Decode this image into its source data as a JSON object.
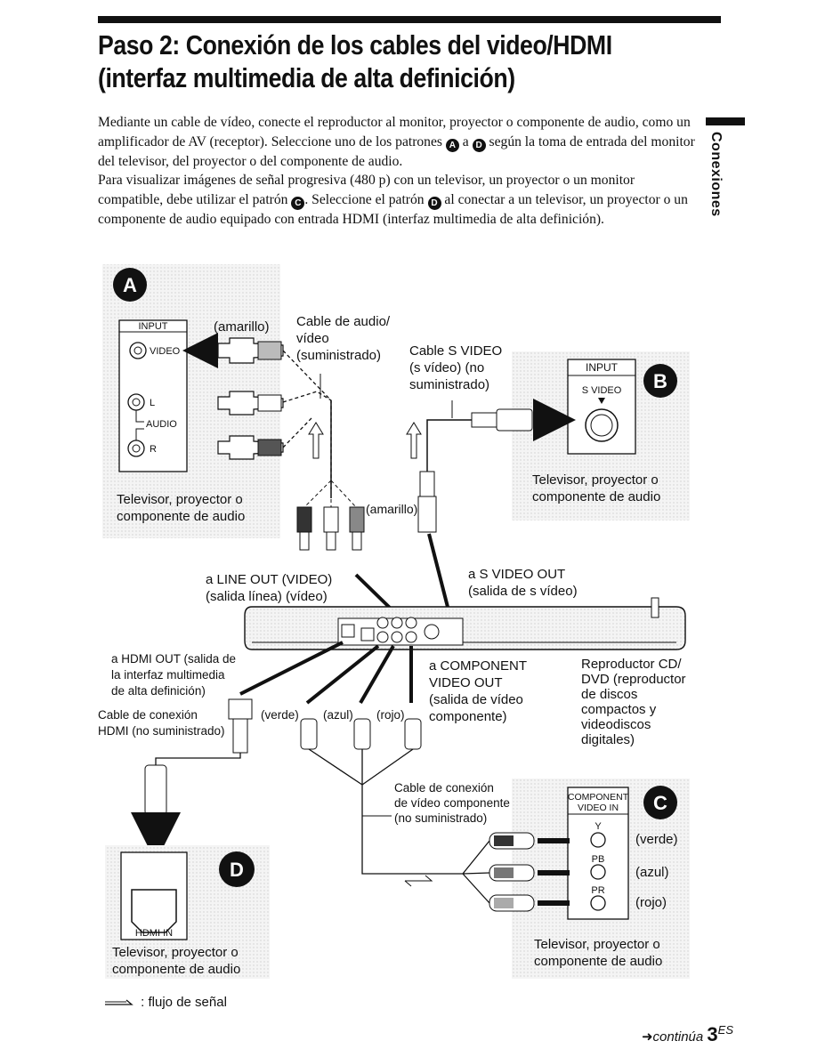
{
  "title": {
    "line1": "Paso 2: Conexión de los cables del video/HDMI",
    "line2": "(interfaz multimedia de alta definición)"
  },
  "intro": {
    "p1_a": "Mediante un cable de vídeo, conecte el reproductor al monitor, proyector o componente de audio, como un amplificador de AV (receptor). Seleccione uno de los patrones",
    "p1_b": "a",
    "p1_c": "según la toma de entrada del monitor del televisor, del proyector o del componente de audio.",
    "p2_a": "Para visualizar imágenes de señal progresiva (480 p) con un televisor, un proyector o un monitor compatible, debe utilizar el patrón",
    "p2_b": ". Seleccione el patrón",
    "p2_c": "al conectar a un televisor, un proyector o un componente de audio equipado con entrada HDMI (interfaz multimedia de alta definición).",
    "badges": [
      "A",
      "D",
      "C",
      "D"
    ]
  },
  "side_tab": "Conexiones",
  "diagram": {
    "badges": {
      "a": "A",
      "b": "B",
      "c": "C",
      "d": "D"
    },
    "panel_a": {
      "input": "INPUT",
      "video": "VIDEO",
      "l": "L",
      "audio": "AUDIO",
      "r": "R",
      "amarillo": "(amarillo)",
      "cable1": "Cable de audio/",
      "cable2": "vídeo",
      "cable3": "(suministrado)",
      "tv1": "Televisor, proyector o",
      "tv2": "componente de audio",
      "amarillo2": "(amarillo)"
    },
    "panel_b": {
      "cable1": "Cable S VIDEO",
      "cable2": "(s vídeo) (no",
      "cable3": "suministrado)",
      "input": "INPUT",
      "svideo": "S VIDEO",
      "tv1": "Televisor, proyector o",
      "tv2": "componente de audio"
    },
    "player": {
      "lineout1": "a LINE OUT (VIDEO)",
      "lineout2": "(salida línea) (vídeo)",
      "svout1": "a S VIDEO OUT",
      "svout2": "(salida de s vídeo)",
      "hdmiout1": "a HDMI OUT (salida de",
      "hdmiout2": "la interfaz multimedia",
      "hdmiout3": "de alta definición)",
      "hdmicable1": "Cable de conexión",
      "hdmicable2": "HDMI (no suministrado)",
      "verde": "(verde)",
      "azul": "(azul)",
      "rojo": "(rojo)",
      "comp1": "a COMPONENT",
      "comp2": "VIDEO OUT",
      "comp3": "(salida de vídeo",
      "comp4": "componente)",
      "rep1": "Reproductor CD/",
      "rep2": "DVD (reproductor",
      "rep3": "de discos",
      "rep4": "compactos y",
      "rep5": "videodiscos",
      "rep6": "digitales)"
    },
    "panel_c": {
      "cable1": "Cable de conexión",
      "cable2": "de vídeo componente",
      "cable3": "(no suministrado)",
      "comp_in1": "COMPONENT",
      "comp_in2": "VIDEO IN",
      "y": "Y",
      "pb": "PB",
      "pr": "PR",
      "verde": "(verde)",
      "azul": "(azul)",
      "rojo": "(rojo)",
      "tv1": "Televisor, proyector o",
      "tv2": "componente de audio"
    },
    "panel_d": {
      "hdmi_in": "HDMI IN",
      "tv1": "Televisor, proyector o",
      "tv2": "componente de audio"
    }
  },
  "legend": ": flujo de señal",
  "footer": {
    "continua": "continúa",
    "page": "3",
    "lang": "ES"
  }
}
